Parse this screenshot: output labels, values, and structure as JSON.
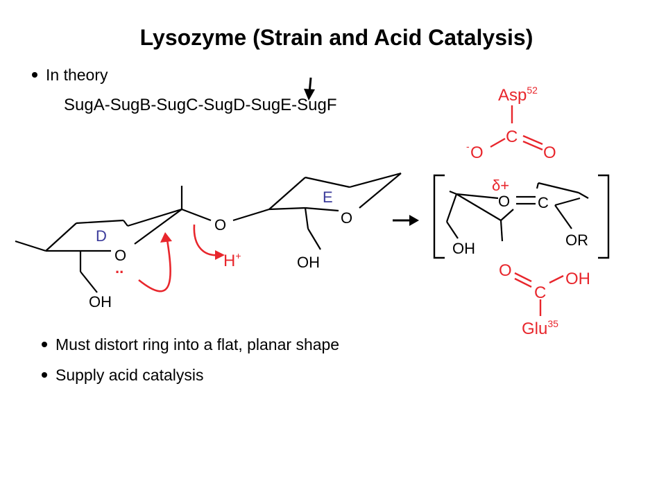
{
  "title": "Lysozyme (Strain and Acid Catalysis)",
  "bullets": {
    "theory": "In theory",
    "distort": "Must distort ring into a flat, planar shape",
    "acid": "Supply acid catalysis"
  },
  "chain": "SugA-SugB-SugC-SugD-SugE-SugF",
  "labels": {
    "ring_d": "D",
    "ring_e": "E",
    "ring_o": "O",
    "oh": "OH",
    "bridge_o": "O",
    "proton": "H",
    "plus": "+",
    "lone_pair": "..",
    "oxocarbenium_o": "O",
    "carbon": "C",
    "delta_plus": "δ+",
    "or_group": "OR",
    "asp": "Asp",
    "asp_num": "52",
    "glu": "Glu",
    "glu_num": "35",
    "minus": "-",
    "carboxyl_o": "O",
    "carboxyl_oh": "OH"
  },
  "colors": {
    "text": "#000000",
    "red": "#e8262c",
    "blue": "#3a3a9a",
    "background": "#ffffff"
  }
}
